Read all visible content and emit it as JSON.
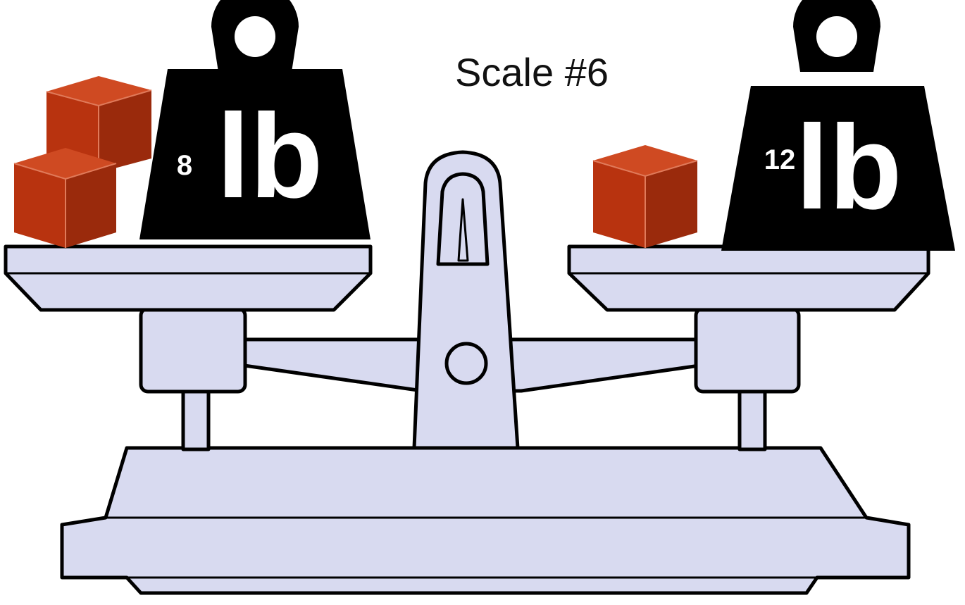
{
  "title": "Scale #6",
  "left_pan": {
    "weight": {
      "value": "8",
      "unit": "lb"
    },
    "cube_count": 2
  },
  "right_pan": {
    "weight": {
      "value": "12",
      "unit": "lb"
    },
    "cube_count": 1
  },
  "colors": {
    "scale_fill": "#d8daf0",
    "outline": "#000000",
    "weight_fill": "#000000",
    "weight_text": "#ffffff",
    "cube_front": "#b8330f",
    "cube_top": "#cf4a22",
    "cube_side": "#9a2a0c"
  }
}
